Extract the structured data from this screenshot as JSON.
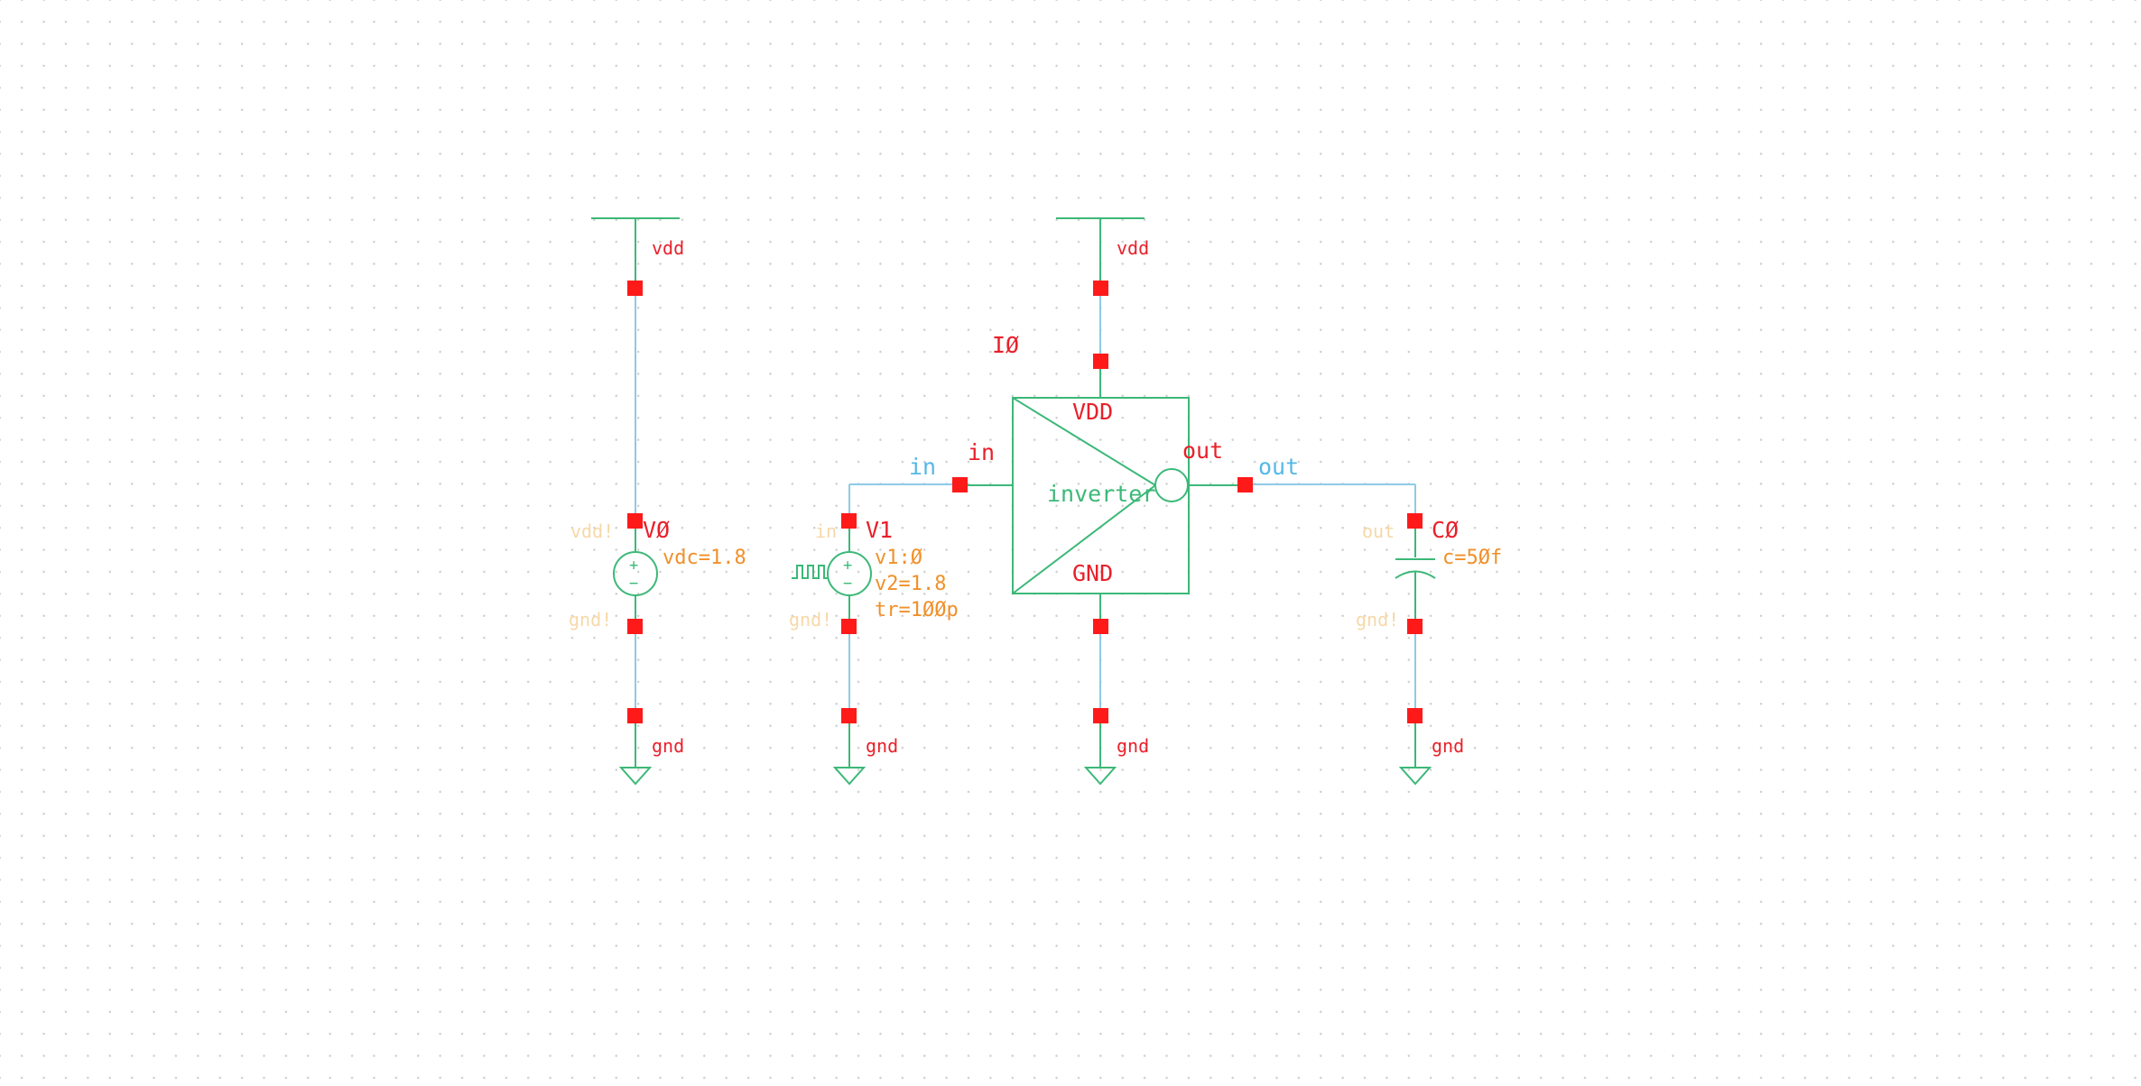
{
  "schematic": {
    "colors": {
      "wire": "#8ecae6",
      "symbol": "#3cb878",
      "pin": "#ff1a1a",
      "label": "#e8202a",
      "param": "#f0902a"
    },
    "vdd_left": "vdd",
    "vdd_center": "vdd",
    "gnd_labels": [
      "gnd",
      "gnd",
      "gnd",
      "gnd"
    ],
    "v0": {
      "name": "VØ",
      "pin_top": "vdd!",
      "pin_bot": "gnd!",
      "param": "vdc=1.8",
      "plus": "+",
      "minus": "−"
    },
    "v1": {
      "name": "V1",
      "pin_top": "in",
      "pin_bot": "gnd!",
      "params": [
        "v1:Ø",
        "v2=1.8",
        "tr=1ØØp"
      ],
      "plus": "+",
      "minus": "−"
    },
    "inverter": {
      "instance": "IØ",
      "cell": "inverter",
      "pin_vdd": "VDD",
      "pin_gnd": "GND",
      "pin_in": "in",
      "pin_out": "out"
    },
    "nets": {
      "in": "in",
      "out": "out"
    },
    "c0": {
      "name": "CØ",
      "pin_top": "out",
      "pin_bot": "gnd!",
      "param": "c=5Øf"
    }
  }
}
